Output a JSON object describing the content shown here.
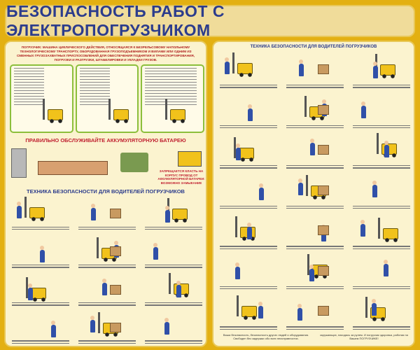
{
  "title": "БЕЗОПАСНОСТЬ РАБОТ С ЭЛЕКТРОПОГРУЗЧИКОМ",
  "left_panel": {
    "intro": "ПОГРУЗЧИК: МАШИНА ЦИКЛИЧЕСКОГО ДЕЙСТВИЯ, ОТНОСЯЩАЯСЯ К БЕЗРЕЛЬСОВОМУ НАПОЛЬНОМУ ТЕХНОЛОГИЧЕСКОМУ ТРАНСПОРТУ, ОБОРУДОВАННАЯ ГРУЗОПОДЪЕМНИКОМ И ВИЛАМИ ИЛИ ОДНИМ ИЗ СМЕННЫХ ГРУЗОЗАХВАТНЫХ ПРИСПОСОБЛЕНИЙ ДЛЯ ОБЕСПЕЧЕНИЯ ПОДНЯТИЯ И ТРАНСПОРТИРОВАНИЯ, ПОГРУЗКИ И РАЗГРУЗКИ, ШТАБЕЛИРОВКИ И УКЛАДКИ ГРУЗОВ.",
    "battery_heading": "ПРАВИЛЬНО ОБСЛУЖИВАЙТЕ АККУМУЛЯТОРНУЮ БАТАРЕЮ",
    "battery_warning": "ЗАПРЕЩАЕТСЯ КЛАСТЬ НА КОРПУС ПРОВОД ОТ АККУМУЛЯТОРНОЙ БАТАРЕИ: ВОЗМОЖНО ЗАМЫКАНИЕ",
    "drivers_heading": "ТЕХНИКА БЕЗОПАСНОСТИ ДЛЯ ВОДИТЕЛЕЙ ПОГРУЗЧИКОВ"
  },
  "right_panel": {
    "heading": "ТЕХНИКА БЕЗОПАСНОСТИ ДЛЯ ВОДИТЕЛЕЙ ПОГРУЗЧИКОВ",
    "footer_left": "Ваша безопасность, безопасность других людей и оборудования. Свободен без задержки обо всех неисправностях.",
    "footer_right": "окружающих, находясь за рулем. И погрузчик здоровья, работая на Вашем ПОГРУЗЧИКЕ!"
  },
  "colors": {
    "frame": "#e3b012",
    "heading_blue": "#2c3c8c",
    "heading_red": "#c02030",
    "forklift": "#f1c21b"
  }
}
